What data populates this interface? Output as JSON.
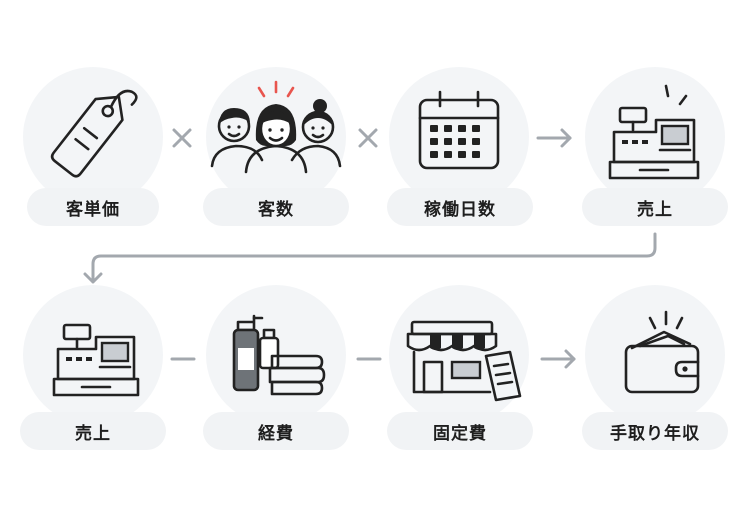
{
  "row1": {
    "items": [
      {
        "label": "客単価",
        "icon": "price-tag-icon"
      },
      {
        "label": "客数",
        "icon": "customers-icon"
      },
      {
        "label": "稼働日数",
        "icon": "calendar-icon"
      },
      {
        "label": "売上",
        "icon": "cash-register-icon"
      }
    ],
    "operators": [
      "×",
      "×",
      "→"
    ]
  },
  "row2": {
    "items": [
      {
        "label": "売上",
        "icon": "cash-register-icon"
      },
      {
        "label": "経費",
        "icon": "supplies-icon"
      },
      {
        "label": "固定費",
        "icon": "storefront-icon"
      },
      {
        "label": "手取り年収",
        "icon": "wallet-icon"
      }
    ],
    "operators": [
      "−",
      "−",
      "→"
    ]
  },
  "colors": {
    "circle_bg": "#f3f5f7",
    "pill_bg": "#f1f3f5",
    "icon_ink": "#222222",
    "operator": "#a3a8ae",
    "sparkle_red": "#e8554e",
    "screen_fill": "#c9cdd2"
  }
}
